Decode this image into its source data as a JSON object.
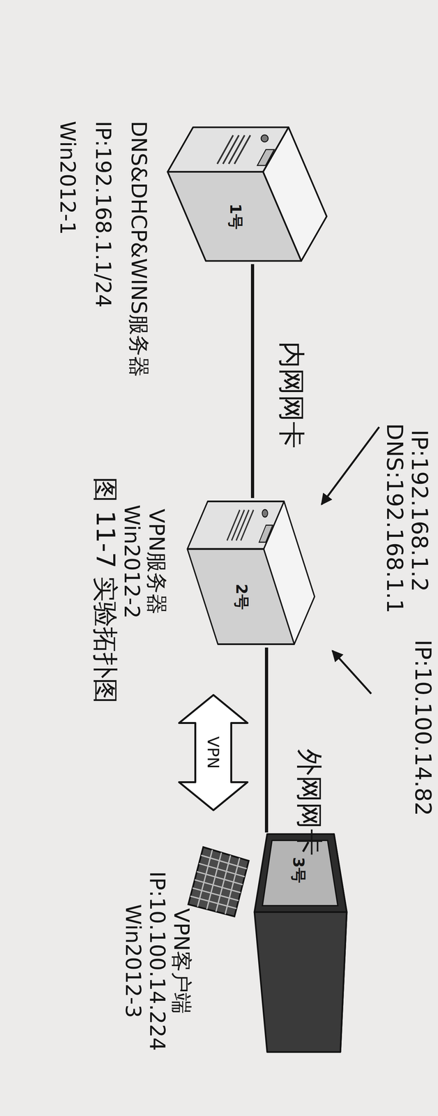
{
  "diagram": {
    "caption": "图 11-7 实验拓扑图",
    "nodes": [
      {
        "text": [
          "1号",
          "DNS&DHCP&WINS服务器",
          "IP:192.168.1.1/24",
          "Win2012-1"
        ]
      },
      {
        "text": [
          "2号",
          "VPN服务器",
          "Win2012-2"
        ]
      },
      {
        "text": [
          "3号",
          "VPN客户端",
          "IP:10.100.14.224",
          "Win2012-3"
        ]
      },
      {
        "text": [
          "VPN"
        ]
      }
    ],
    "edges": [
      {
        "from": 0,
        "to": 1,
        "arrow": "none",
        "label": "内网网卡"
      },
      {
        "from": 1,
        "to": 2,
        "arrow": "none",
        "label": "外网网卡"
      }
    ],
    "labels": [
      "IP:192.168.1.2",
      "DNS:192.168.1.1",
      "IP:10.100.14.82"
    ]
  }
}
